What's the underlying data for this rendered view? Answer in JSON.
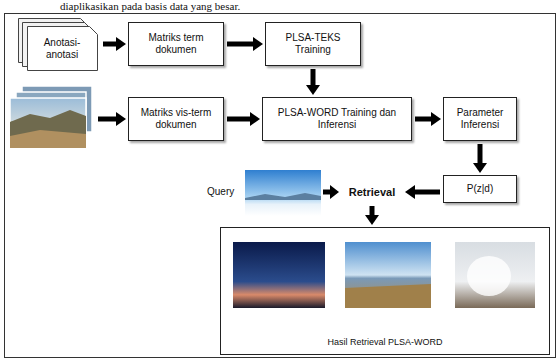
{
  "diagram": {
    "nodes": [
      {
        "text": [
          "Anotasi- anotasi"
        ]
      },
      {
        "text": [
          "Matriks term dokumen"
        ]
      },
      {
        "text": [
          "PLSA-TEKS Training"
        ]
      },
      {
        "text": [
          "Matriks vis-term dokumen"
        ]
      },
      {
        "text": [
          "PLSA-WORD Training dan Inferensi"
        ]
      },
      {
        "text": [
          "Parameter Inferensi"
        ]
      },
      {
        "text": [
          "P(z|d)"
        ]
      },
      {
        "text": [
          "Retrieval"
        ]
      },
      {
        "text": [
          "Hasil Retrieval PLSA-WORD"
        ]
      }
    ],
    "edges": [
      {
        "from": 0,
        "to": 1,
        "arrow": "to"
      },
      {
        "from": 1,
        "to": 2,
        "arrow": "to"
      },
      {
        "from": 2,
        "to": 4,
        "arrow": "to"
      },
      {
        "from": 3,
        "to": 4,
        "arrow": "to"
      },
      {
        "from": 4,
        "to": 5,
        "arrow": "to"
      },
      {
        "from": 5,
        "to": 6,
        "arrow": "to"
      },
      {
        "from": 6,
        "to": 7,
        "arrow": "to"
      },
      {
        "from": 7,
        "to": 8,
        "arrow": "to"
      }
    ],
    "labels": [
      "diaplikasikan pada basis data yang besar.",
      "Query"
    ]
  }
}
